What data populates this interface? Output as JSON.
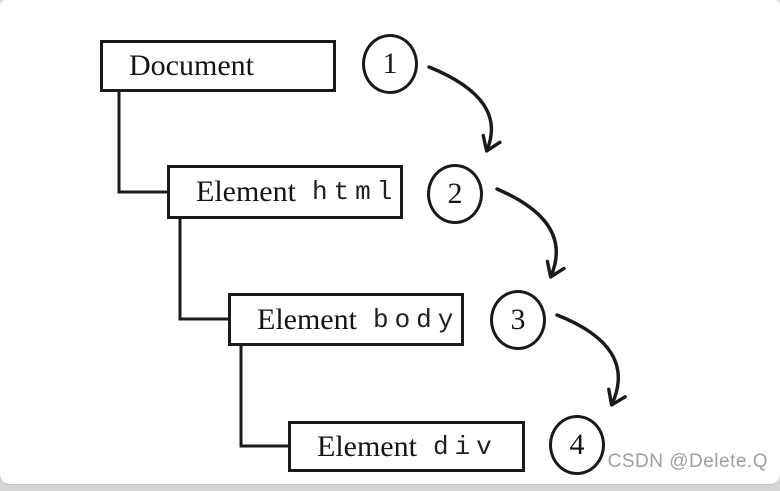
{
  "diagram": {
    "title_hint": "DOM tree traversal order",
    "nodes": [
      {
        "label": "Document",
        "code": "",
        "step": "1"
      },
      {
        "label": "Element",
        "code": "html",
        "step": "2"
      },
      {
        "label": "Element",
        "code": "body",
        "step": "3"
      },
      {
        "label": "Element",
        "code": "div",
        "step": "4"
      }
    ],
    "colors": {
      "stroke": "#1a1a1a",
      "background": "#ffffff",
      "page_edge": "#d6d6d6",
      "watermark_text": "#9e9e9e"
    }
  },
  "watermark": {
    "text": "CSDN @Delete.Q"
  }
}
